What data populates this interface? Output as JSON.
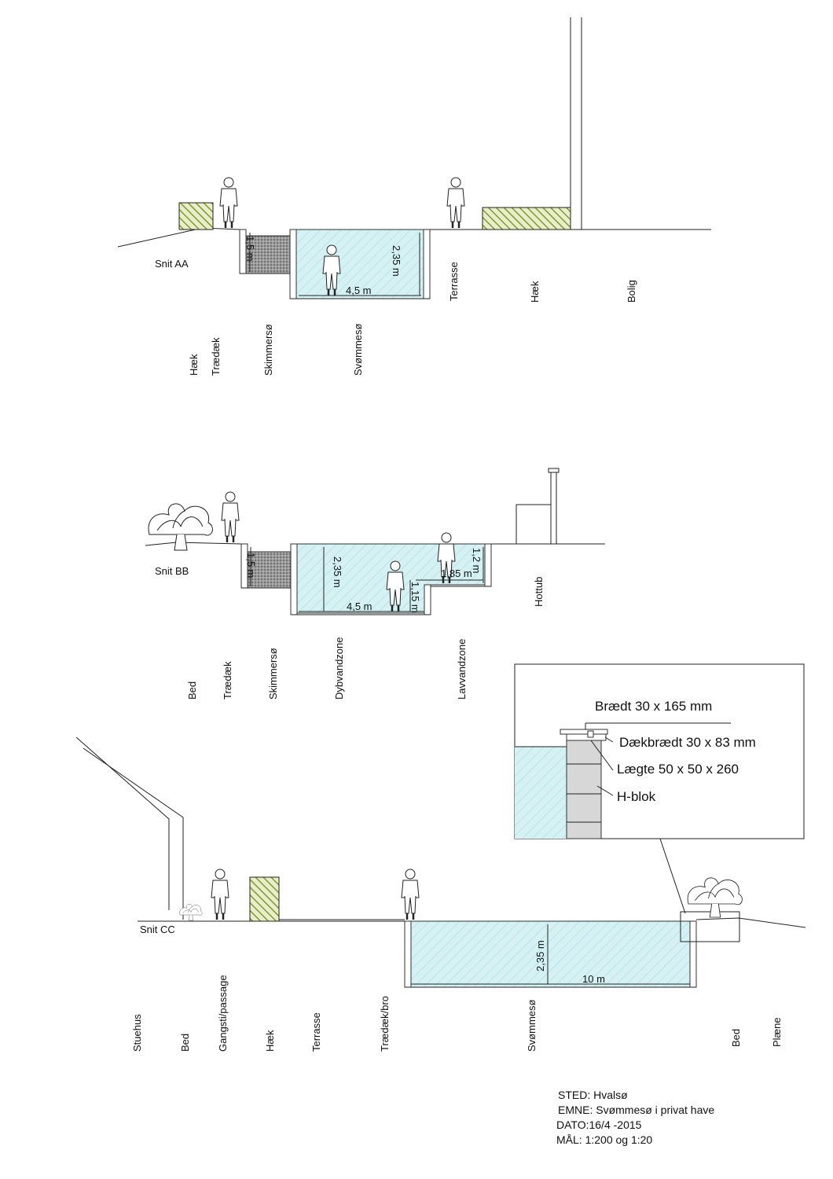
{
  "colors": {
    "water": "#d6f1f3",
    "hatch": "#9fd6dc",
    "hedge": "#7f9b2d",
    "gravel": "#7a7a7a",
    "block": "#d7d7d7"
  },
  "sectionA": {
    "title": "Snit AA",
    "dims": [
      "1,5 m",
      "2,35 m",
      "4,5 m"
    ],
    "labels": [
      "Hæk",
      "Trædæk",
      "Skimmersø",
      "Svømmesø",
      "Terrasse",
      "Hæk",
      "Bolig"
    ]
  },
  "sectionB": {
    "title": "Snit BB",
    "dims": [
      "1,5 m",
      "2,35 m",
      "4,5 m",
      "1,15 m",
      "1,85 m",
      "1,2 m"
    ],
    "labels": [
      "Bed",
      "Trædæk",
      "Skimmersø",
      "Dybvandzone",
      "Lavvandzone",
      "Hottub"
    ]
  },
  "sectionC": {
    "title": "Snit CC",
    "dims": [
      "2,35 m",
      "10 m"
    ],
    "labels": [
      "Stuehus",
      "Bed",
      "Gangsti/passage",
      "Hæk",
      "Terrasse",
      "Trædæk/bro",
      "Svømmesø",
      "Bed",
      "Plæne"
    ]
  },
  "detail": {
    "labels": [
      "Brædt 30 x 165 mm",
      "Dækbrædt 30 x 83 mm",
      "Lægte 50 x 50 x 260",
      "H-blok"
    ]
  },
  "info": [
    "STED: Hvalsø",
    "EMNE: Svømmesø i privat have",
    "DATO:16/4 -2015",
    "MÅL: 1:200 og 1:20"
  ]
}
